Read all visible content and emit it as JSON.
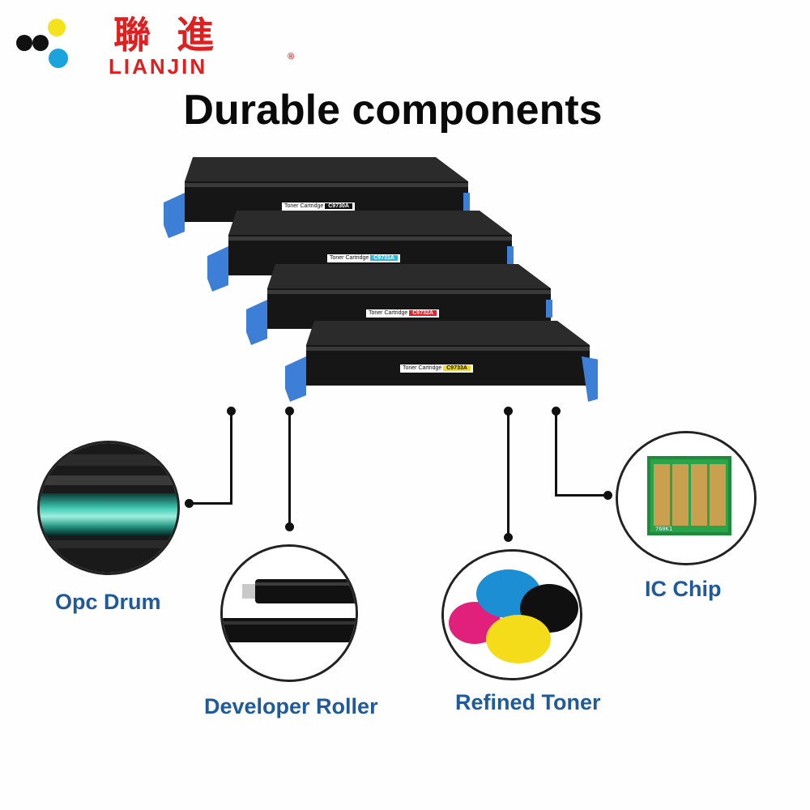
{
  "brand": {
    "name_cn": "聯 進",
    "name_en": "LIANJIN",
    "registered": "®"
  },
  "headline": "Durable components",
  "cartridges": [
    {
      "label": "Toner Cartridge",
      "code": "C9730A",
      "color": "#111111",
      "code_text_color": "#ffffff"
    },
    {
      "label": "Toner Cartridge",
      "code": "C9731A",
      "color": "#2fb7e0",
      "code_text_color": "#ffffff"
    },
    {
      "label": "Toner Cartridge",
      "code": "C9732A",
      "color": "#e0232b",
      "code_text_color": "#ffffff"
    },
    {
      "label": "Toner Cartridge",
      "code": "C9733A",
      "color": "#f4dc1a",
      "code_text_color": "#111111"
    }
  ],
  "components": {
    "opc_drum": "Opc Drum",
    "developer_roller": "Developer Roller",
    "refined_toner": "Refined Toner",
    "ic_chip": "IC Chip",
    "ic_chip_marking": "760K1"
  },
  "colors": {
    "accent_caption": "#1f5a9a",
    "brand_red": "#e02020",
    "handle_blue": "#3d7fd6"
  }
}
